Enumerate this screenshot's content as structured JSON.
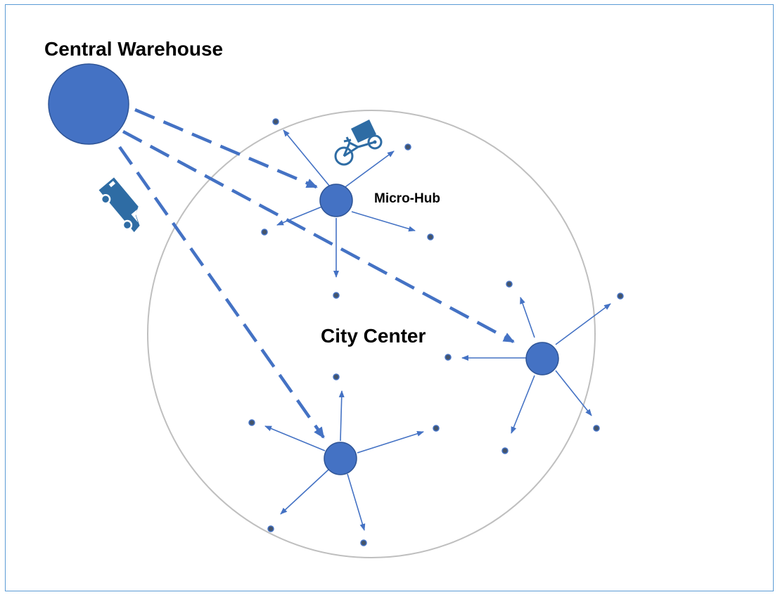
{
  "labels": {
    "warehouse": "Central Warehouse",
    "micro_hub": "Micro-Hub",
    "city_center": "City Center"
  },
  "colors": {
    "node_fill": "#4472c4",
    "node_stroke": "#2f5597",
    "arrow": "#4472c4",
    "dest_dot": "#44546a",
    "city_circle": "#bfbfbf",
    "vehicle": "#2e6ca4",
    "frame": "#5b9bd5"
  },
  "icons": {
    "van": "delivery-van-icon",
    "cargo_bike": "cargo-bike-icon"
  }
}
